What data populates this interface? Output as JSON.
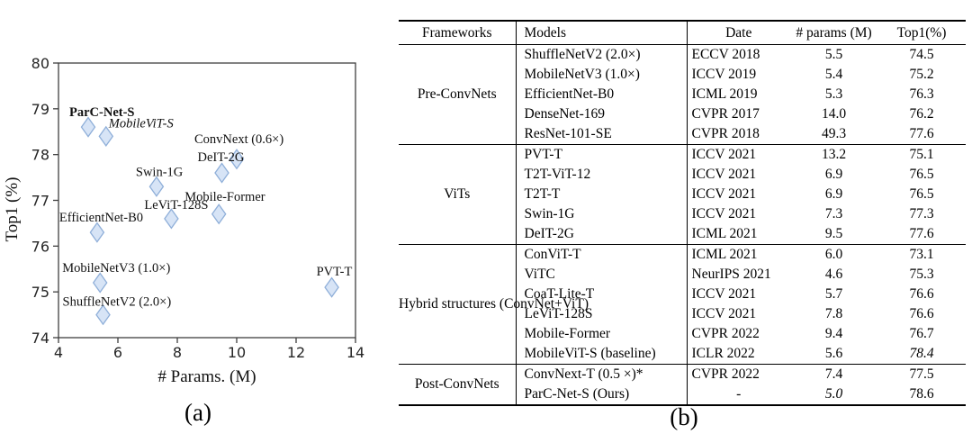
{
  "figure": {
    "caption_a": "(a)",
    "caption_b": "(b)"
  },
  "chart_data": {
    "type": "scatter",
    "xlabel": "# Params. (M)",
    "ylabel": "Top1 (%)",
    "xlim": [
      4,
      14
    ],
    "ylim": [
      74,
      80
    ],
    "xticks": [
      4,
      6,
      8,
      10,
      12,
      14
    ],
    "yticks": [
      74,
      75,
      76,
      77,
      78,
      79,
      80
    ],
    "grid": false,
    "marker": "diamond",
    "marker_fill": "#d7e4f6",
    "marker_stroke": "#8fafd9",
    "points": [
      {
        "label": "ParC-Net-S",
        "x": 5.0,
        "y": 78.6,
        "bold": true,
        "italic": false,
        "label_dx": -21,
        "label_dy": -12
      },
      {
        "label": "MobileViT-S",
        "x": 5.6,
        "y": 78.4,
        "bold": false,
        "italic": true,
        "label_dx": 3,
        "label_dy": -10
      },
      {
        "label": "ConvNext (0.6×)",
        "x": 10.0,
        "y": 77.9,
        "bold": false,
        "italic": false,
        "label_dx": -47,
        "label_dy": -18
      },
      {
        "label": "DeIT-2G",
        "x": 9.5,
        "y": 77.6,
        "bold": false,
        "italic": false,
        "label_dx": -27,
        "label_dy": -13
      },
      {
        "label": "Swin-1G",
        "x": 7.3,
        "y": 77.3,
        "bold": false,
        "italic": false,
        "label_dx": -23,
        "label_dy": -12
      },
      {
        "label": "Mobile-Former",
        "x": 9.4,
        "y": 76.7,
        "bold": false,
        "italic": false,
        "label_dx": -38,
        "label_dy": -15
      },
      {
        "label": "LeViT-128S",
        "x": 7.8,
        "y": 76.6,
        "bold": false,
        "italic": false,
        "label_dx": -30,
        "label_dy": -11
      },
      {
        "label": "EfficientNet-B0",
        "x": 5.3,
        "y": 76.3,
        "bold": false,
        "italic": false,
        "label_dx": -42,
        "label_dy": -12
      },
      {
        "label": "MobileNetV3 (1.0×)",
        "x": 5.4,
        "y": 75.2,
        "bold": false,
        "italic": false,
        "label_dx": -42,
        "label_dy": -12
      },
      {
        "label": "ShuffleNetV2 (2.0×)",
        "x": 5.5,
        "y": 74.5,
        "bold": false,
        "italic": false,
        "label_dx": -45,
        "label_dy": -10
      },
      {
        "label": "PVT-T",
        "x": 13.2,
        "y": 75.1,
        "bold": false,
        "italic": false,
        "label_dx": -17,
        "label_dy": -13
      }
    ]
  },
  "table": {
    "headers": [
      "Frameworks",
      "Models",
      "Date",
      "# params (M)",
      "Top1(%)"
    ],
    "groups": [
      {
        "framework": "Pre-ConvNets",
        "rows": [
          {
            "model": "ShuffleNetV2 (2.0×)",
            "date": "ECCV 2018",
            "params": "5.5",
            "top1": "74.5",
            "params_style": "",
            "top1_style": ""
          },
          {
            "model": "MobileNetV3 (1.0×)",
            "date": "ICCV 2019",
            "params": "5.4",
            "top1": "75.2",
            "params_style": "",
            "top1_style": ""
          },
          {
            "model": "EfficientNet-B0",
            "date": "ICML 2019",
            "params": "5.3",
            "top1": "76.3",
            "params_style": "",
            "top1_style": ""
          },
          {
            "model": "DenseNet-169",
            "date": "CVPR 2017",
            "params": "14.0",
            "top1": "76.2",
            "params_style": "",
            "top1_style": ""
          },
          {
            "model": "ResNet-101-SE",
            "date": "CVPR 2018",
            "params": "49.3",
            "top1": "77.6",
            "params_style": "",
            "top1_style": ""
          }
        ]
      },
      {
        "framework": "ViTs",
        "rows": [
          {
            "model": "PVT-T",
            "date": "ICCV 2021",
            "params": "13.2",
            "top1": "75.1",
            "params_style": "",
            "top1_style": ""
          },
          {
            "model": "T2T-ViT-12",
            "date": "ICCV 2021",
            "params": "6.9",
            "top1": "76.5",
            "params_style": "",
            "top1_style": ""
          },
          {
            "model": "T2T-T",
            "date": "ICCV 2021",
            "params": "6.9",
            "top1": "76.5",
            "params_style": "",
            "top1_style": ""
          },
          {
            "model": "Swin-1G",
            "date": "ICCV 2021",
            "params": "7.3",
            "top1": "77.3",
            "params_style": "",
            "top1_style": ""
          },
          {
            "model": "DeIT-2G",
            "date": "ICML 2021",
            "params": "9.5",
            "top1": "77.6",
            "params_style": "",
            "top1_style": ""
          }
        ]
      },
      {
        "framework": "Hybrid structures (ConvNet+ViT)",
        "rows": [
          {
            "model": "ConViT-T",
            "date": "ICML 2021",
            "params": "6.0",
            "top1": "73.1",
            "params_style": "",
            "top1_style": ""
          },
          {
            "model": "ViTC",
            "date": "NeurIPS 2021",
            "params": "4.6",
            "top1": "75.3",
            "params_style": "b",
            "top1_style": ""
          },
          {
            "model": "CoaT-Lite-T",
            "date": "ICCV 2021",
            "params": "5.7",
            "top1": "76.6",
            "params_style": "",
            "top1_style": ""
          },
          {
            "model": "LeViT-128S",
            "date": "ICCV 2021",
            "params": "7.8",
            "top1": "76.6",
            "params_style": "",
            "top1_style": ""
          },
          {
            "model": "Mobile-Former",
            "date": "CVPR 2022",
            "params": "9.4",
            "top1": "76.7",
            "params_style": "",
            "top1_style": ""
          },
          {
            "model": "MobileViT-S (baseline)",
            "date": "ICLR 2022",
            "params": "5.6",
            "top1": "78.4",
            "params_style": "",
            "top1_style": "i"
          }
        ]
      },
      {
        "framework": "Post-ConvNets",
        "rows": [
          {
            "model": "ConvNext-T (0.5 ×)*",
            "date": "CVPR 2022",
            "params": "7.4",
            "top1": "77.5",
            "params_style": "",
            "top1_style": ""
          },
          {
            "model": "ParC-Net-S  (Ours)",
            "date": "-",
            "params": "5.0",
            "top1": "78.6",
            "params_style": "i",
            "top1_style": "b"
          }
        ]
      }
    ]
  }
}
